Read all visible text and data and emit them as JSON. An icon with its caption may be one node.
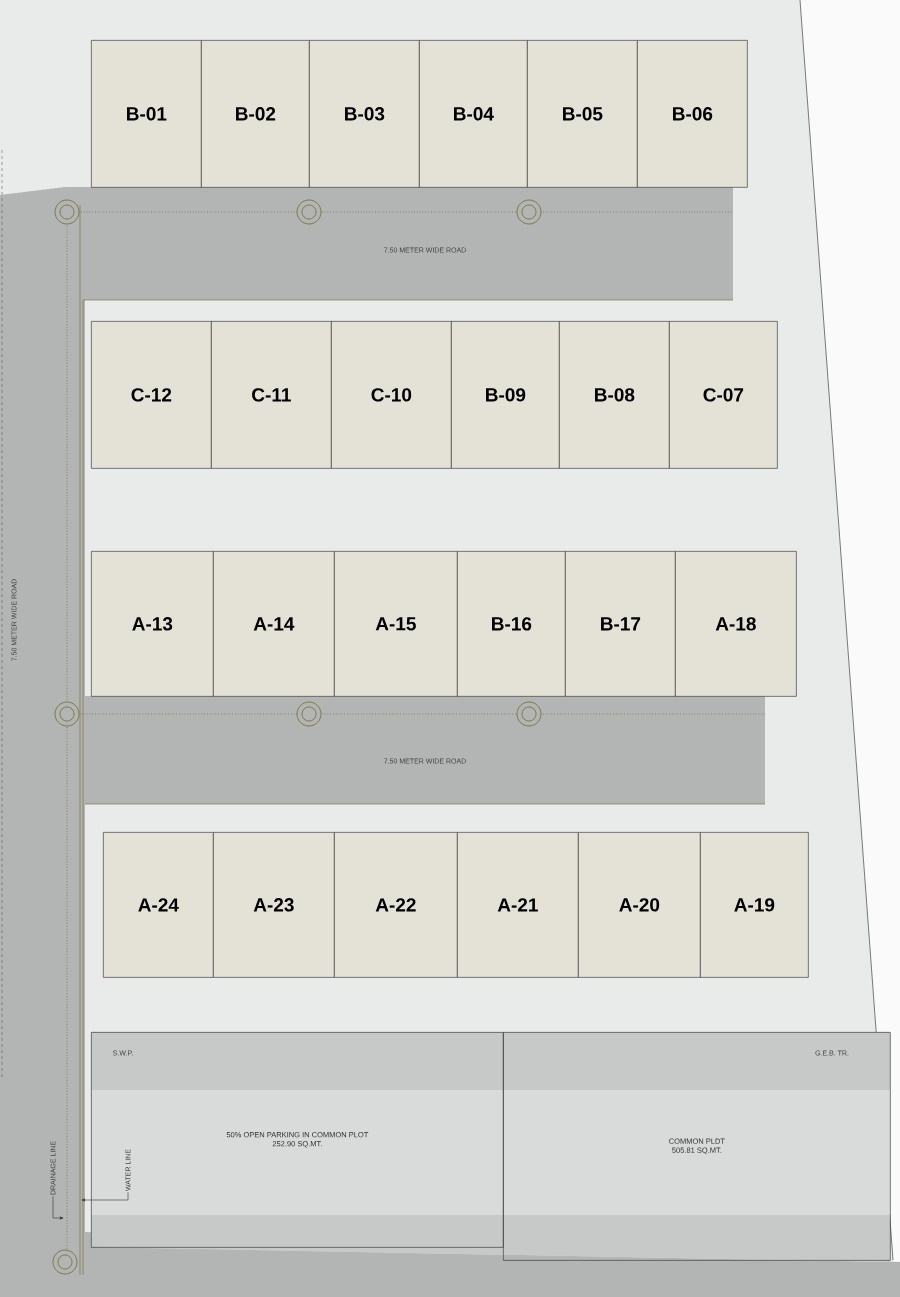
{
  "diagram": {
    "nodes": [
      {
        "text": [
          "B-01"
        ]
      },
      {
        "text": [
          "B-02"
        ]
      },
      {
        "text": [
          "B-03"
        ]
      },
      {
        "text": [
          "B-04"
        ]
      },
      {
        "text": [
          "B-05"
        ]
      },
      {
        "text": [
          "B-06"
        ]
      },
      {
        "text": [
          "C-12"
        ]
      },
      {
        "text": [
          "C-11"
        ]
      },
      {
        "text": [
          "C-10"
        ]
      },
      {
        "text": [
          "B-09"
        ]
      },
      {
        "text": [
          "B-08"
        ]
      },
      {
        "text": [
          "C-07"
        ]
      },
      {
        "text": [
          "A-13"
        ]
      },
      {
        "text": [
          "A-14"
        ]
      },
      {
        "text": [
          "A-15"
        ]
      },
      {
        "text": [
          "B-16"
        ]
      },
      {
        "text": [
          "B-17"
        ]
      },
      {
        "text": [
          "A-18"
        ]
      },
      {
        "text": [
          "A-24"
        ]
      },
      {
        "text": [
          "A-23"
        ]
      },
      {
        "text": [
          "A-22"
        ]
      },
      {
        "text": [
          "A-21"
        ]
      },
      {
        "text": [
          "A-20"
        ]
      },
      {
        "text": [
          "A-19"
        ]
      },
      {
        "text": [
          "50% OPEN PARKING IN COMMON PLOT",
          "252.90 SQ.MT."
        ]
      },
      {
        "text": [
          "COMMON PLDT",
          "505.81 SQ.MT."
        ]
      },
      {
        "text": [
          "DRAINAGE LINE"
        ]
      },
      {
        "text": [
          "WATER LINE"
        ],
        "in": 24
      }
    ],
    "edges": [
      {
        "from": 26,
        "to": null,
        "arrow": "to"
      },
      {
        "from": 27,
        "to": null,
        "arrow": "to"
      }
    ],
    "labels": [
      "7.50 METER WIDE ROAD",
      "7.50 METER WIDE ROAD",
      "7.50 METER WIDE ROAD",
      "S.W.P.",
      "G.E.B. TR."
    ]
  }
}
